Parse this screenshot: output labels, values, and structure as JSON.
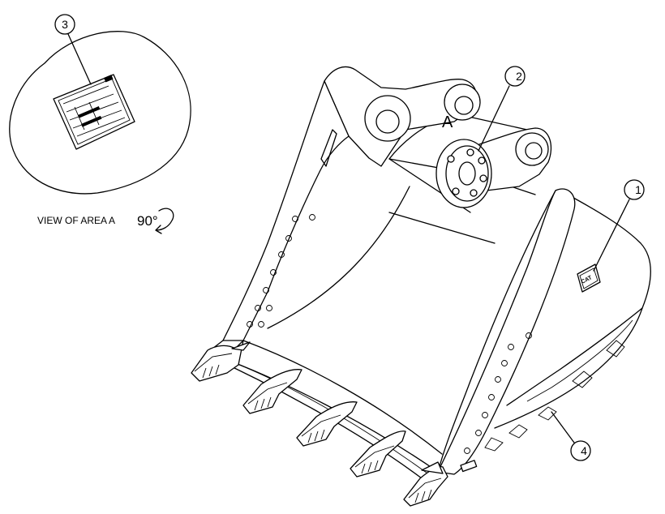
{
  "callouts": [
    "1",
    "2",
    "3",
    "4"
  ],
  "view_label": "VIEW OF AREA A",
  "rotation_label": "90°",
  "area_marker": "A",
  "logo_text": "CAT"
}
